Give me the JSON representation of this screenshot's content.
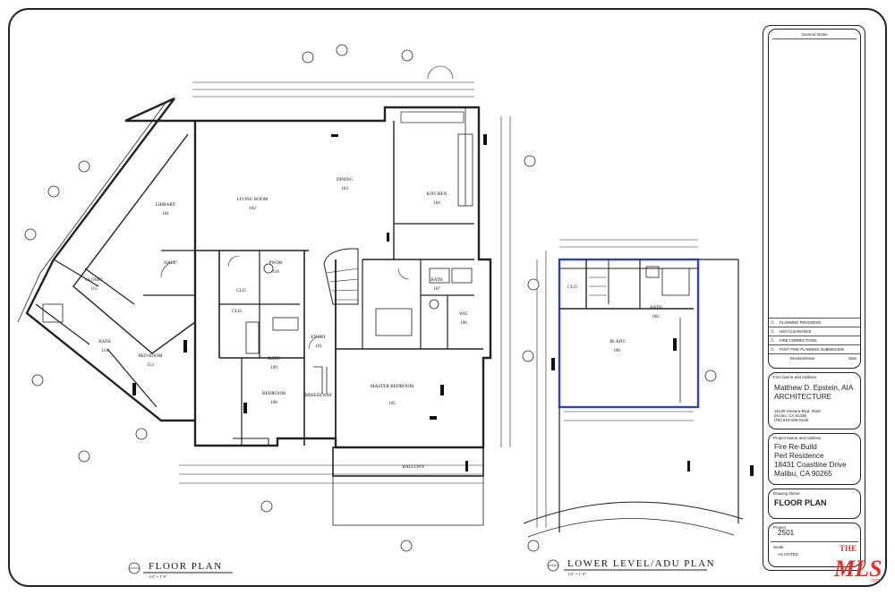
{
  "plan_titles": {
    "main": "FLOOR PLAN",
    "lower": "LOWER LEVEL/ADU PLAN",
    "scale": "1/4\" = 1'-0\""
  },
  "rooms": {
    "living": {
      "name": "LIVING ROOM",
      "num": "102"
    },
    "dining": {
      "name": "DINING",
      "num": "103"
    },
    "kitchen": {
      "name": "KITCHEN",
      "num": "104"
    },
    "library": {
      "name": "LIBRARY",
      "num": "101"
    },
    "hall": {
      "name": "HALL",
      "num": ""
    },
    "closet": {
      "name": "CLOSET",
      "num": "115"
    },
    "bath114": {
      "name": "BATH",
      "num": "114"
    },
    "bedroom113": {
      "name": "BED ROOM",
      "num": "113"
    },
    "pwdr": {
      "name": "PWDR",
      "num": "110"
    },
    "clo1": {
      "name": "CLO.",
      "num": ""
    },
    "clo2": {
      "name": "CLO.",
      "num": ""
    },
    "bath109": {
      "name": "BATH",
      "num": "109"
    },
    "bedroom108": {
      "name": "BEDROOM",
      "num": "108"
    },
    "entry": {
      "name": "ENTRY",
      "num": "101"
    },
    "breezeway": {
      "name": "BREEZEWAY",
      "num": ""
    },
    "bath107": {
      "name": "BATH",
      "num": "107"
    },
    "wic": {
      "name": "WIC",
      "num": "106"
    },
    "master": {
      "name": "MASTER BEDROOM",
      "num": "105"
    },
    "balcony": {
      "name": "BALCONY",
      "num": ""
    },
    "adu_clo": {
      "name": "CLO.",
      "num": ""
    },
    "adu_bath": {
      "name": "BATH",
      "num": "002"
    },
    "adu": {
      "name": "JR.ADU",
      "num": "001"
    }
  },
  "title_block": {
    "general_notes": "General Notes",
    "revisions": [
      {
        "label": "PLANNING PROGRESS",
        "date": ""
      },
      {
        "label": "HOA CLEARANCE",
        "date": ""
      },
      {
        "label": "FIRE CORRECTIONS",
        "date": ""
      },
      {
        "label": "POST FIRE PLANNING SUBMISSION",
        "date": ""
      }
    ],
    "rev_header": {
      "label": "Revision/Issue",
      "date": "Date"
    },
    "firm_caption": "Firm Name and Address",
    "firm_name": "Matthew D. Epstein, AIA",
    "firm_sub": "ARCHITECTURE",
    "firm_addr": [
      "16130 Ventura Blvd. #620",
      "Encino, CA 91436",
      "(Tel) 818-508-5108"
    ],
    "project_caption": "Project Name and Address",
    "project_lines": [
      "Fire Re-Build",
      "Perl Residence",
      "18431 Coastline Drive",
      "Malibu, CA 90265"
    ],
    "sheet_caption": "Drawing Name",
    "sheet_name": "FLOOR PLAN",
    "project_no_caption": "Project",
    "project_no": "2501",
    "scale_caption": "Scale",
    "scale_value": "AS NOTED"
  },
  "watermark": {
    "text1": "THE",
    "text2": "MLS",
    "suffix": ".com"
  },
  "colors": {
    "line": "#222222",
    "adu_outline": "#3344aa",
    "watermark": "#e0322b"
  }
}
